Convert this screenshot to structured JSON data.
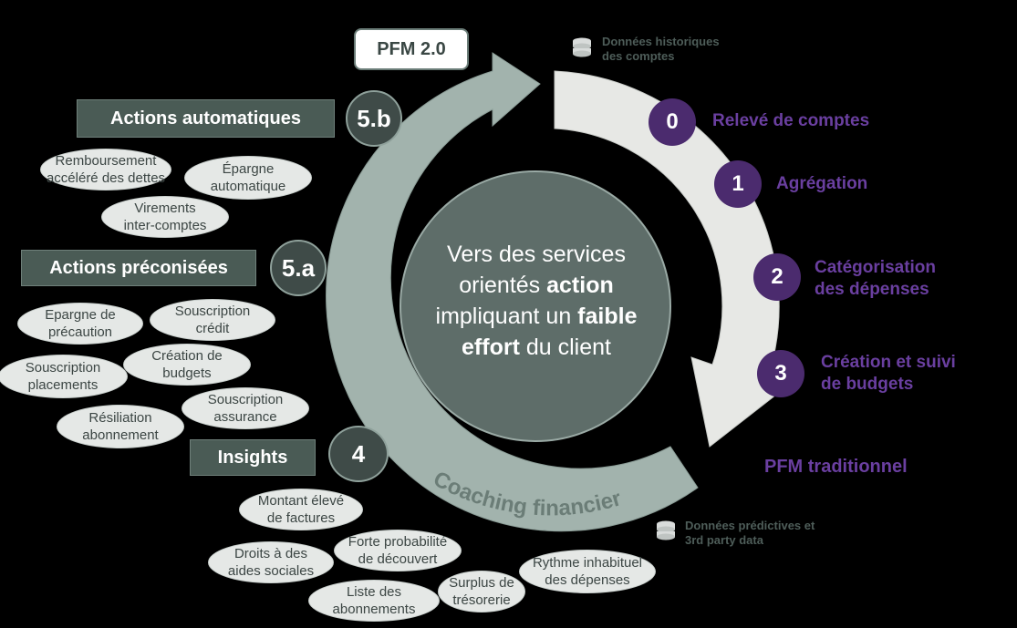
{
  "title": "PFM 2.0",
  "center": {
    "line1": "Vers des services",
    "line2_prefix": "orientés ",
    "line2_bold": "action",
    "line3_prefix": "impliquant un ",
    "line3_bold": "faible",
    "line4_bold": "effort",
    "line4_suffix": " du client"
  },
  "traditional": {
    "label": "PFM traditionnel",
    "data_source": "Données historiques\ndes comptes",
    "steps": [
      {
        "num": "0",
        "label": "Relevé de comptes"
      },
      {
        "num": "1",
        "label": "Agrégation"
      },
      {
        "num": "2",
        "label": "Catégorisation\ndes dépenses"
      },
      {
        "num": "3",
        "label": "Création et suivi\nde budgets"
      }
    ]
  },
  "coaching": {
    "arc_label": "Coaching financier",
    "data_source": "Données prédictives et\n3rd party data",
    "sections": [
      {
        "num": "5.b",
        "label": "Actions automatiques",
        "items": [
          "Remboursement\naccéléré des dettes",
          "Épargne\nautomatique",
          "Virements\ninter-comptes"
        ]
      },
      {
        "num": "5.a",
        "label": "Actions préconisées",
        "items": [
          "Epargne de\nprécaution",
          "Souscription\ncrédit",
          "Création de\nbudgets",
          "Souscription\nplacements",
          "Souscription\nassurance",
          "Résiliation\nabonnement"
        ]
      },
      {
        "num": "4",
        "label": "Insights",
        "items": [
          "Montant élevé\nde factures",
          "Forte probabilité\nde découvert",
          "Droits à des\naides sociales",
          "Rythme inhabituel\ndes dépenses",
          "Surplus de\ntrésorerie",
          "Liste des\nabonnements"
        ]
      }
    ]
  }
}
